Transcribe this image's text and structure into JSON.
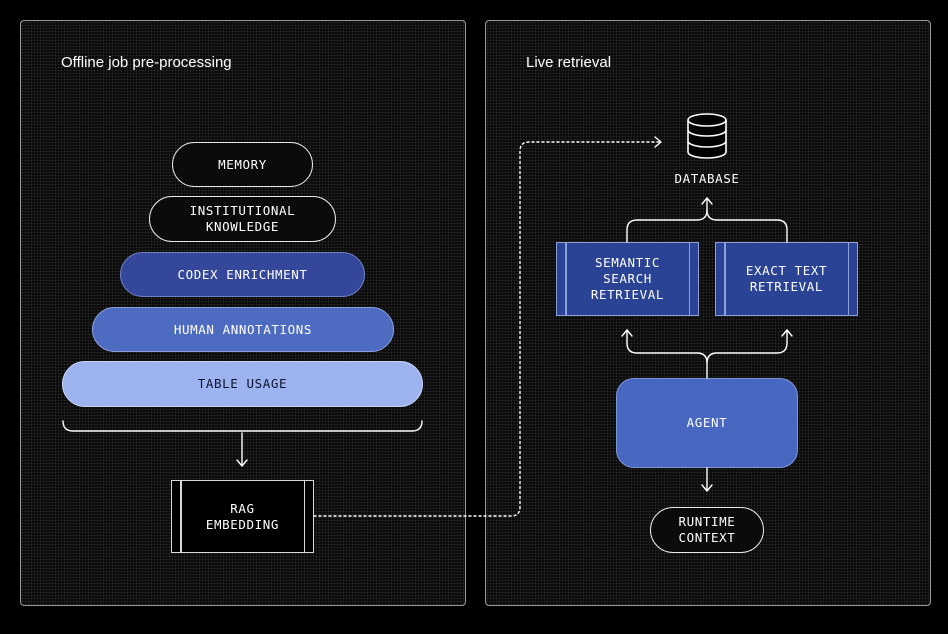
{
  "offline": {
    "title": "Offline job pre-processing",
    "layers": [
      {
        "label": "MEMORY",
        "style": "outline"
      },
      {
        "label": "INSTITUTIONAL\nKNOWLEDGE",
        "style": "outline"
      },
      {
        "label": "CODEX ENRICHMENT",
        "style": "dark"
      },
      {
        "label": "HUMAN ANNOTATIONS",
        "style": "mid"
      },
      {
        "label": "TABLE USAGE",
        "style": "light"
      }
    ],
    "embedding": "RAG\nEMBEDDING"
  },
  "live": {
    "title": "Live retrieval",
    "database": "DATABASE",
    "semantic": "SEMANTIC\nSEARCH\nRETRIEVAL",
    "exact": "EXACT TEXT\nRETRIEVAL",
    "agent": "AGENT",
    "runtime": "RUNTIME\nCONTEXT"
  },
  "icons": {
    "database": "database-icon"
  },
  "colors": {
    "background": "#000000",
    "dark_blue": "#34479a",
    "mid_blue": "#4e6bc2",
    "light_blue": "#9db3ef",
    "agent_blue": "#4767c0"
  }
}
